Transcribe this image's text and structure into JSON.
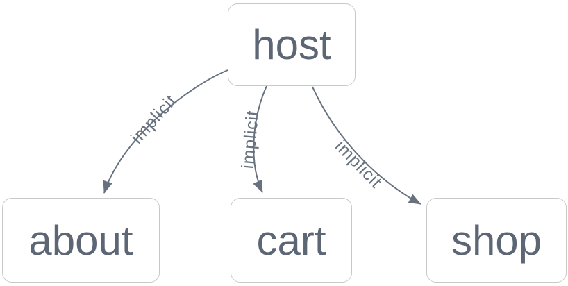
{
  "diagram": {
    "background": "#ffffff",
    "nodes": [
      {
        "id": "host",
        "label": "host"
      },
      {
        "id": "about",
        "label": "about"
      },
      {
        "id": "cart",
        "label": "cart"
      },
      {
        "id": "shop",
        "label": "shop"
      }
    ],
    "edges": [
      {
        "from": "host",
        "to": "about",
        "label": "implicit"
      },
      {
        "from": "host",
        "to": "cart",
        "label": "implicit"
      },
      {
        "from": "host",
        "to": "shop",
        "label": "implicit"
      }
    ],
    "colors": {
      "node_border": "#c9c9c9",
      "node_fill": "#ffffff",
      "node_text": "#5d6675",
      "edge_stroke": "#68727f",
      "edge_label_text": "#68727f"
    }
  }
}
